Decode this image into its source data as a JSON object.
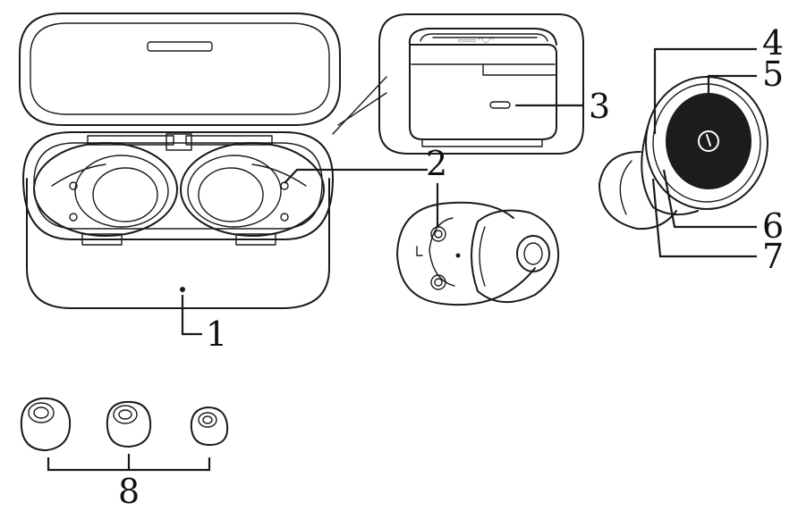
{
  "callouts": {
    "c1": "1",
    "c2": "2",
    "c3": "3",
    "c4": "4",
    "c5": "5",
    "c6": "6",
    "c7": "7",
    "c8": "8"
  },
  "power_icon": "power-icon",
  "line_color": "#1a1a1a",
  "earbud_face_color": "#1c1c1c"
}
